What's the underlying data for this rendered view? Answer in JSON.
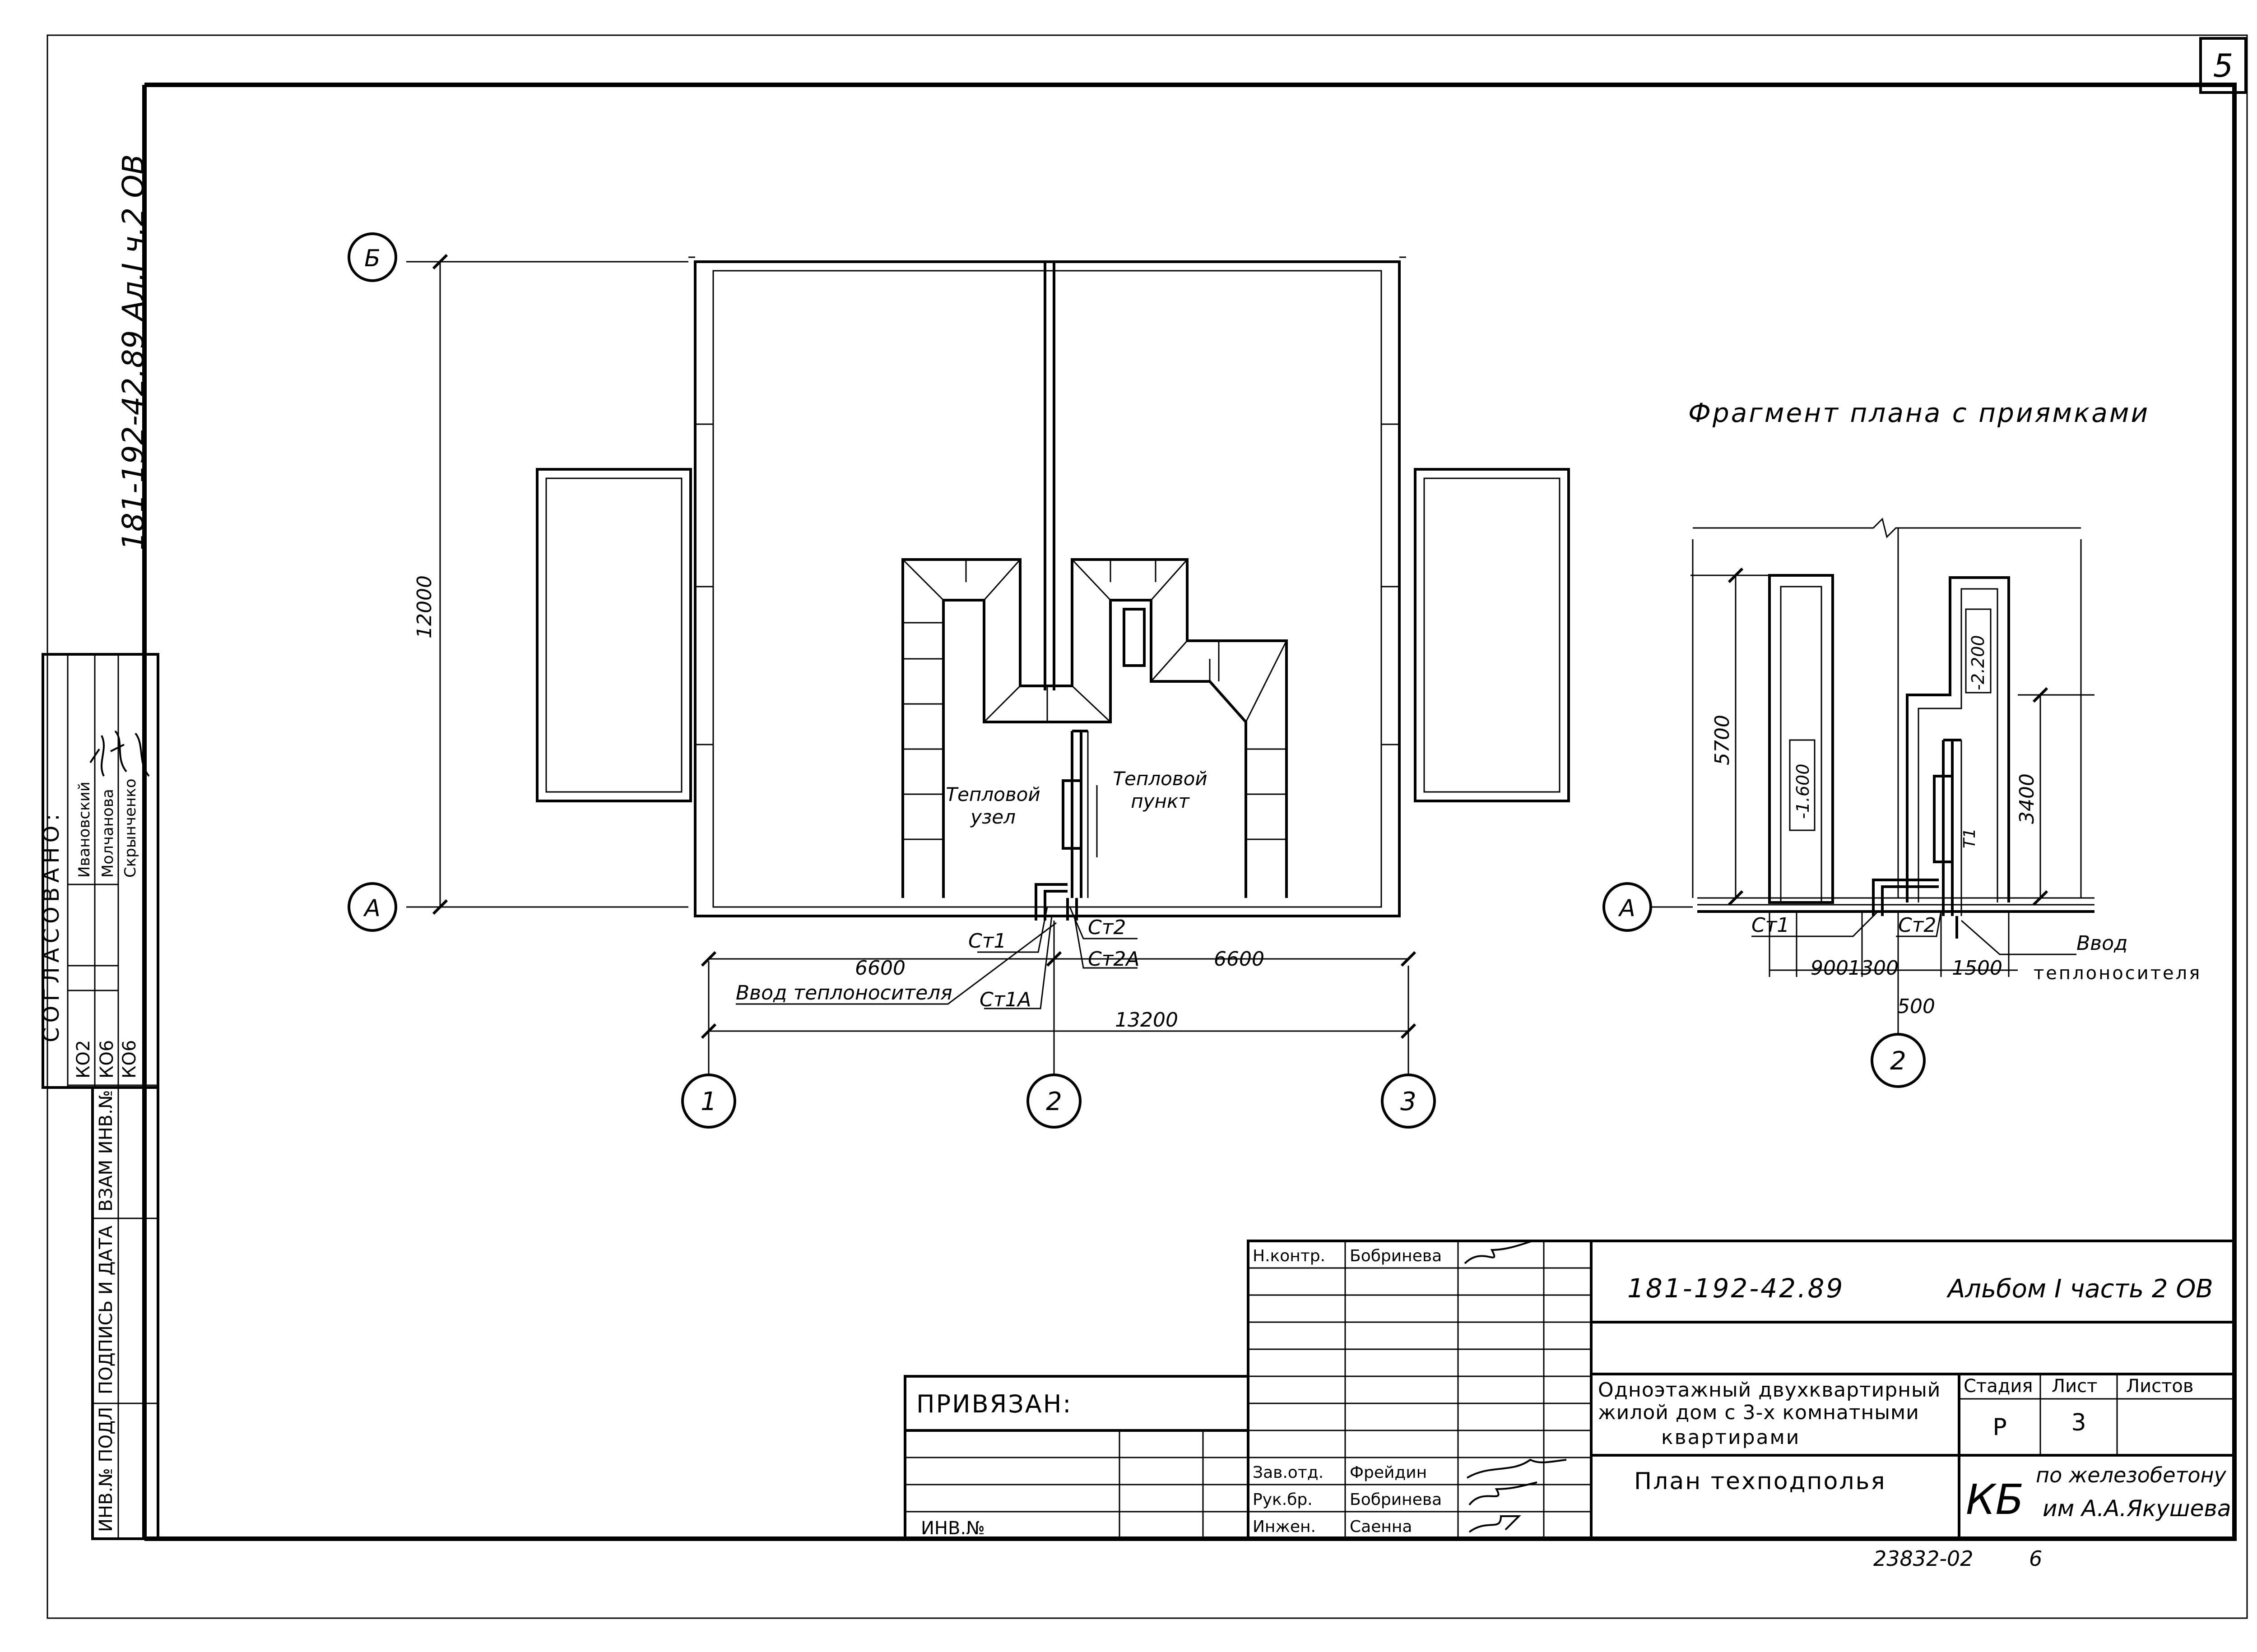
{
  "sheet": {
    "sheet_number": "5",
    "side_code": "181-192-42.89  Ал.I ч.2 ОВ",
    "footer_number": "23832-02",
    "footer_page": "6"
  },
  "approval": {
    "heading": "СОГЛАСОВАНО:",
    "rows": [
      {
        "code": "КО2",
        "name": "Ивановский"
      },
      {
        "code": "КО6",
        "name": "Молчанова"
      },
      {
        "code": "КО6",
        "name": "Скрынченко"
      }
    ]
  },
  "left_stamp": {
    "col1": "ИНВ.№ ПОДЛ",
    "col2": "ПОДПИСЬ И ДАТА",
    "col3": "ВЗАМ ИНВ.№"
  },
  "main_plan": {
    "axis_labels": [
      "Б",
      "А",
      "1",
      "2",
      "3"
    ],
    "dim_height": "12000",
    "dim_left": "6600",
    "dim_right": "6600",
    "dim_total": "13200",
    "room_left": "Тепловой узел",
    "room_left_l1": "Тепловой",
    "room_left_l2": "узел",
    "room_right_l1": "Тепловой",
    "room_right_l2": "пункт",
    "riser_st1": "Ст1",
    "riser_st2": "Ст2",
    "riser_st2a": "Ст2А",
    "riser_st1a": "Ст1А",
    "inlet": "Ввод теплоносителя"
  },
  "fragment": {
    "title": "Фрагмент плана с приямками",
    "axis_a": "А",
    "axis_2": "2",
    "dim_5700": "5700",
    "dim_3400": "3400",
    "pit_left_level": "-1.600",
    "pit_right_level": "-2.200",
    "label_t1": "Т1",
    "riser_st1": "Ст1",
    "riser_st2": "Ст2",
    "inlet_l1": "Ввод",
    "inlet_l2": "теплоносителя",
    "dim_900": "900",
    "dim_1300": "1300",
    "dim_1500": "1500",
    "dim_500": "500"
  },
  "title_block": {
    "bound_label": "ПРИВЯЗАН:",
    "inv_label": "ИНВ.№",
    "doc_code": "181-192-42.89",
    "album": "Альбом I  часть 2  ОВ",
    "project_title_l1": "Одноэтажный двухквартирный",
    "project_title_l2": "жилой дом с 3-х комнатными",
    "project_title_l3": "квартирами",
    "sheet_title": "План техподполья",
    "stage_header": "Стадия",
    "sheet_header": "Лист",
    "sheets_header": "Листов",
    "stage_value": "Р",
    "sheet_value": "3",
    "org_mark": "КБ",
    "org_l1": "по железобетону",
    "org_l2": "им А.А.Якушева.",
    "roles": [
      {
        "role": "Н.контр.",
        "name": "Бобринева"
      },
      {
        "role": "Зав.отд.",
        "name": "Фрейдин"
      },
      {
        "role": "Рук.бр.",
        "name": "Бобринева"
      },
      {
        "role": "Инжен.",
        "name": "Саенна"
      }
    ]
  }
}
